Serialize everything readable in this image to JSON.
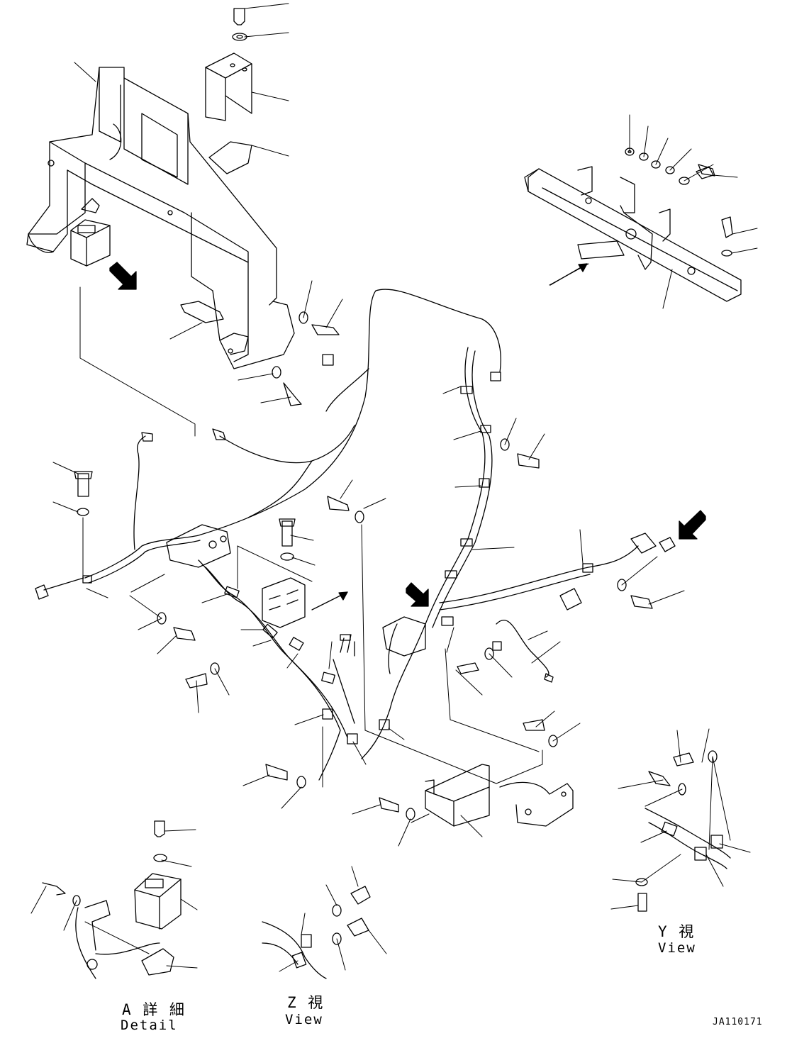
{
  "labels": {
    "detail_a_top": "A 詳 細",
    "detail_a_bottom": "Detail",
    "view_z_top": "Z 視",
    "view_z_bottom": "View",
    "view_y_top": "Y 視",
    "view_y_bottom": "View",
    "drawing_code": "JA110171"
  },
  "colors": {
    "line": "#000000",
    "background": "#ffffff"
  }
}
